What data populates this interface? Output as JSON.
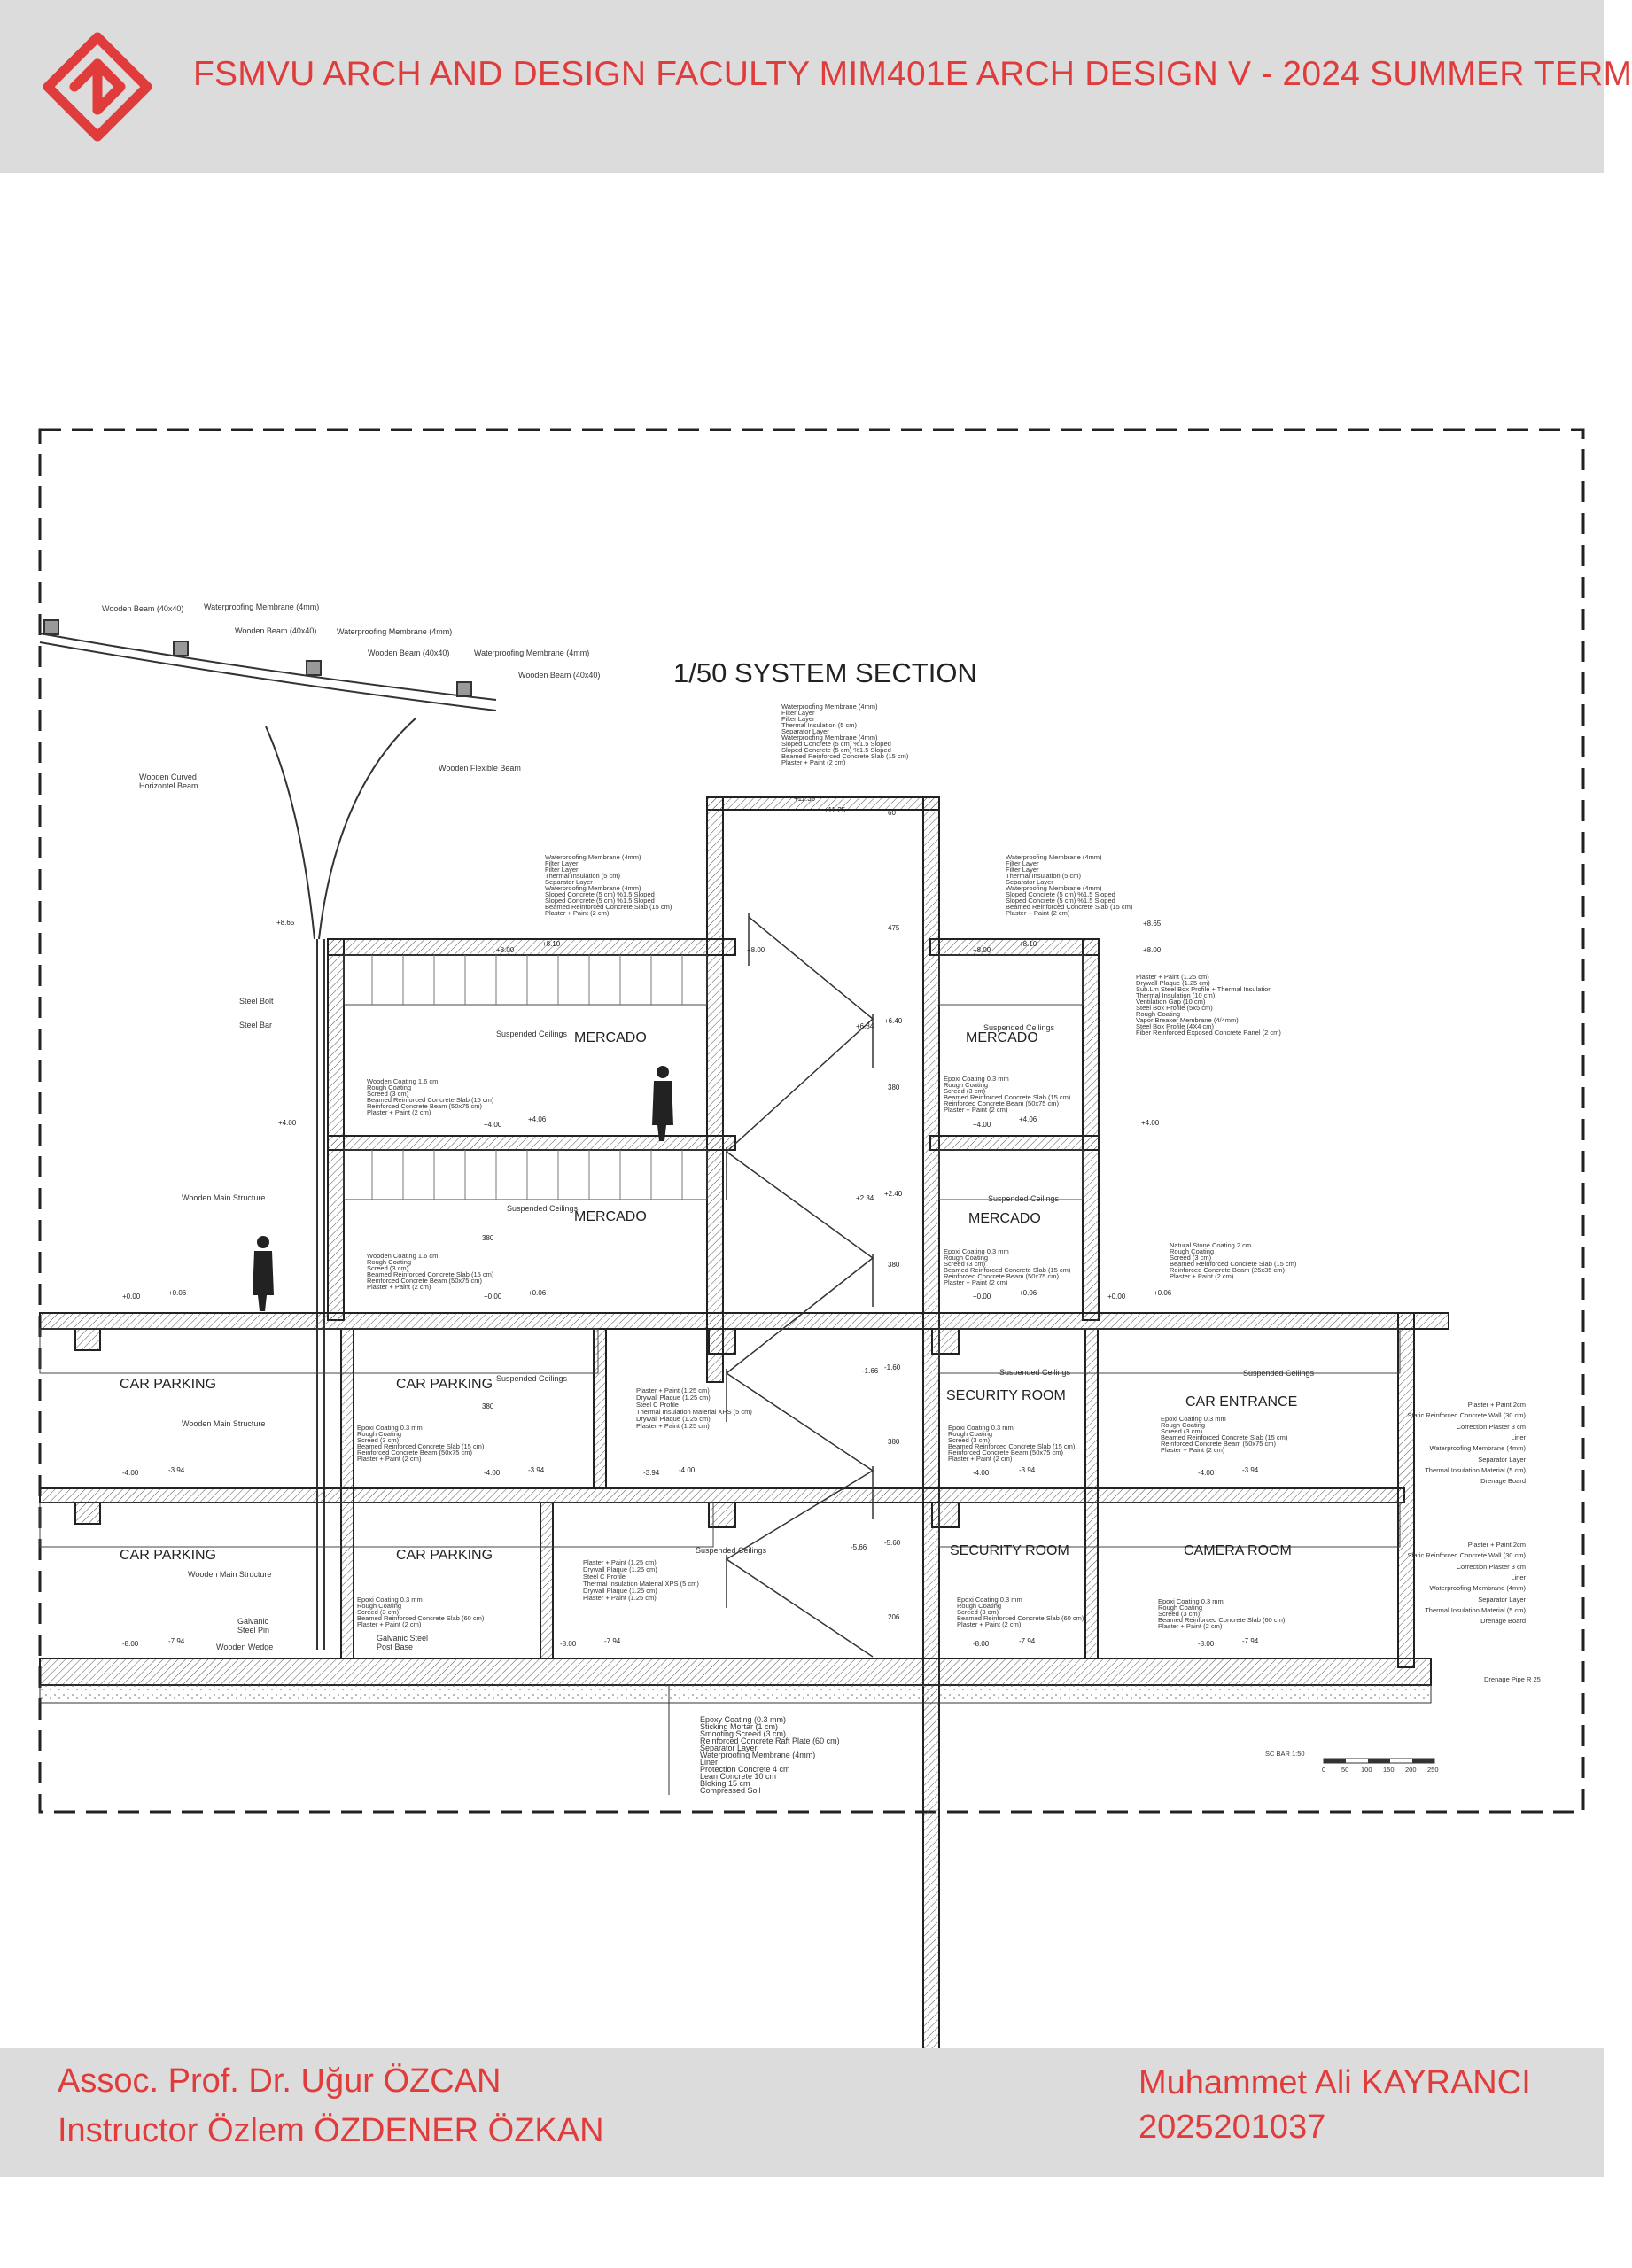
{
  "header": {
    "title": "FSMVU ARCH AND DESIGN FACULTY MIM401E ARCH DESIGN V - 2024 SUMMER TERM",
    "accent_color": "#e03c3c",
    "logo_icon": "fsmvu-logo-icon"
  },
  "drawing": {
    "title": "1/50 SYSTEM SECTION",
    "roof_labels": {
      "wooden_beam": "Wooden Beam (40x40)",
      "waterproofing": "Waterproofing Membrane  (4mm)",
      "curved_beam_1": "Wooden Curved",
      "curved_beam_2": "Horizontel Beam",
      "flexible_beam": "Wooden Flexible Beam",
      "steel_bolt": "Steel Bolt",
      "steel_bar": "Steel Bar",
      "main_structure": "Wooden Main Structure",
      "galvanic_1": "Galvanic",
      "galvanic_2": "Steel Pin",
      "wedge": "Wooden Wedge",
      "post_base_1": "Galvanic Steel",
      "post_base_2": "Post Base"
    },
    "rooms": {
      "mercado": "MERCADO",
      "car_parking": "CAR PARKING",
      "security_room": "SECURITY ROOM",
      "car_entrance": "CAR ENTRANCE",
      "camera_room": "CAMERA ROOM"
    },
    "suspended": "Suspended Ceilings",
    "levels": {
      "l_11_35": "+11.35",
      "l_11_25": "+11.25",
      "l_8_65": "+8.65",
      "l_8_10": "+8.10",
      "l_8_00": "+8.00",
      "l_6_34": "+6.34",
      "l_6_40": "+6.40",
      "l_4_00": "+4.00",
      "l_4_06": "+4.06",
      "l_2_34": "+2.34",
      "l_2_40": "+2.40",
      "l_0_00": "+0.00",
      "l_0_06": "+0.06",
      "l_m1_66": "-1.66",
      "l_m1_60": "-1.60",
      "l_m4_00": "-4.00",
      "l_m3_94": "-3.94",
      "l_m5_66": "-5.66",
      "l_m5_60": "-5.60",
      "l_m8_00": "-8.00",
      "l_m7_94": "-7.94"
    },
    "dims": {
      "d475": "475",
      "d380": "380",
      "d60": "60",
      "d206": "206"
    },
    "roof_layers": [
      "Waterproofing Membrane (4mm)",
      "Filter Layer",
      "Filter Layer",
      "Thermal Insulation (5 cm)",
      "Separator Layer",
      "Waterproofing Membrane (4mm)",
      "Sloped Concrete (5 cm) %1.5 Sloped",
      "Sloped Concrete (5 cm) %1.5 Sloped",
      "Beamed Reinforced Concrete Slab (15 cm)",
      "Plaster + Paint (2 cm)"
    ],
    "wooden_floor_layers": [
      "Wooden Coating 1.6 cm",
      "Rough Coating",
      "Screed (3 cm)",
      "Beamed Reinforced Concrete Slab (15 cm)",
      "Reinforced Concrete Beam (50x75 cm)",
      "Plaster + Paint (2 cm)"
    ],
    "epoxy_floor_layers": [
      "Epoxi Coating 0.3 mm",
      "Rough Coating",
      "Screed (3 cm)",
      "Beamed Reinforced Concrete Slab (15 cm)",
      "Reinforced Concrete Beam (50x75 cm)",
      "Plaster + Paint (2 cm)"
    ],
    "epoxy_slab_layers": [
      "Epoxi Coating 0.3 mm",
      "Rough Coating",
      "Screed (3 cm)",
      "Beamed Reinforced Concrete Slab (60 cm)",
      "Plaster + Paint (2 cm)"
    ],
    "stone_floor_layers": [
      "Natural Stone Coating 2 cm",
      "Rough Coating",
      "Screed (3 cm)",
      "Beamed Reinforced Concrete Slab (15 cm)",
      "Reinforced Concrete Beam (25x35 cm)",
      "Plaster + Paint (2 cm)"
    ],
    "wall_layers": [
      "Plaster + Paint (1.25 cm)",
      "Drywall Plaque (1.25 cm)",
      "Steel C Profile",
      "Thermal Insulation Material XPS (5 cm)",
      "Drywall Plaque (1.25 cm)",
      "Plaster + Paint (1.25 cm)"
    ],
    "facade_layers": [
      "Plaster + Paint (1.25 cm)",
      "Drywall Plaque (1.25 cm)",
      "Sub.Lm Steel Box Profile + Thermal Insulation",
      "Thermal Insulation (10 cm)",
      "Ventilation Gap (10 cm)",
      "Steel Box Profile (5x5 cm)",
      "Rough Coating",
      "Vapor Breaker Membrane (4/4mm)",
      "Steel Box Profile (4X4 cm)",
      "Fiber Reinforced Exposed Concrete Panel (2 cm)"
    ],
    "retaining_layers": [
      "Plaster + Paint 2cm",
      "Static Reinforced Concrete Wall (30 cm)",
      "Correction Plaster 3 cm",
      "Liner",
      "Waterproofing Membrane  (4mm)",
      "Separator Layer",
      "Thermal Insulation Material (5 cm)",
      "Drenage Board"
    ],
    "foundation_layers": [
      "Epoxy Coating (0.3 mm)",
      "Sticking Mortar (1 cm)",
      "Smooting Screed (3 cm)",
      "Reinforced Concrete Raft Plate (60 cm)",
      "Separator Layer",
      "Waterproofing Membrane (4mm)",
      "Liner",
      "Protection Concrete 4 cm",
      "Lean Concrete 10 cm",
      "Bloking 15 cm",
      "Compressed Soil"
    ],
    "drainage": "Drenage Pipe R 25",
    "scale_bar": {
      "label": "SC BAR 1:50",
      "ticks": [
        "0",
        "50",
        "100",
        "150",
        "200",
        "250"
      ]
    }
  },
  "footer": {
    "instructor_1": "Assoc. Prof. Dr. Uğur  ÖZCAN",
    "instructor_2": "Instructor Özlem ÖZDENER ÖZKAN",
    "student_name": "Muhammet Ali KAYRANCI",
    "student_id": "2025201037"
  }
}
